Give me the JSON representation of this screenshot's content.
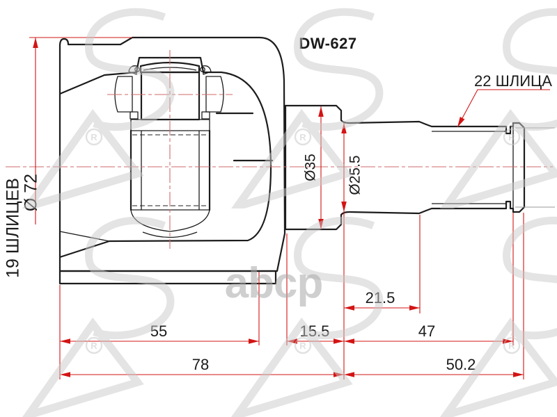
{
  "drawing": {
    "part_number": "DW-627",
    "callouts": {
      "spline_count_left": "19 ШЛИЦЕВ",
      "outer_diameter": "Ø 72",
      "spline_count_right": "22 ШЛИЦА",
      "flange_diameter": "Ø35",
      "shaft_diameter": "Ø25.5"
    },
    "dimensions_mm": {
      "housing_depth": "55",
      "face_to_flange": "15.5",
      "flange_to_groove": "47",
      "flange_to_spline": "21.5",
      "housing_total": "78",
      "shaft_total": "50.2"
    },
    "watermark": {
      "brand_text": "abcp",
      "registered_symbol": "R"
    },
    "colors": {
      "dimension_red": "#d31414",
      "centerline_red": "#d06a6a",
      "line_black": "#1c1c1c",
      "watermark_gray": "#c8c8c8",
      "background": "#ffffff"
    }
  }
}
